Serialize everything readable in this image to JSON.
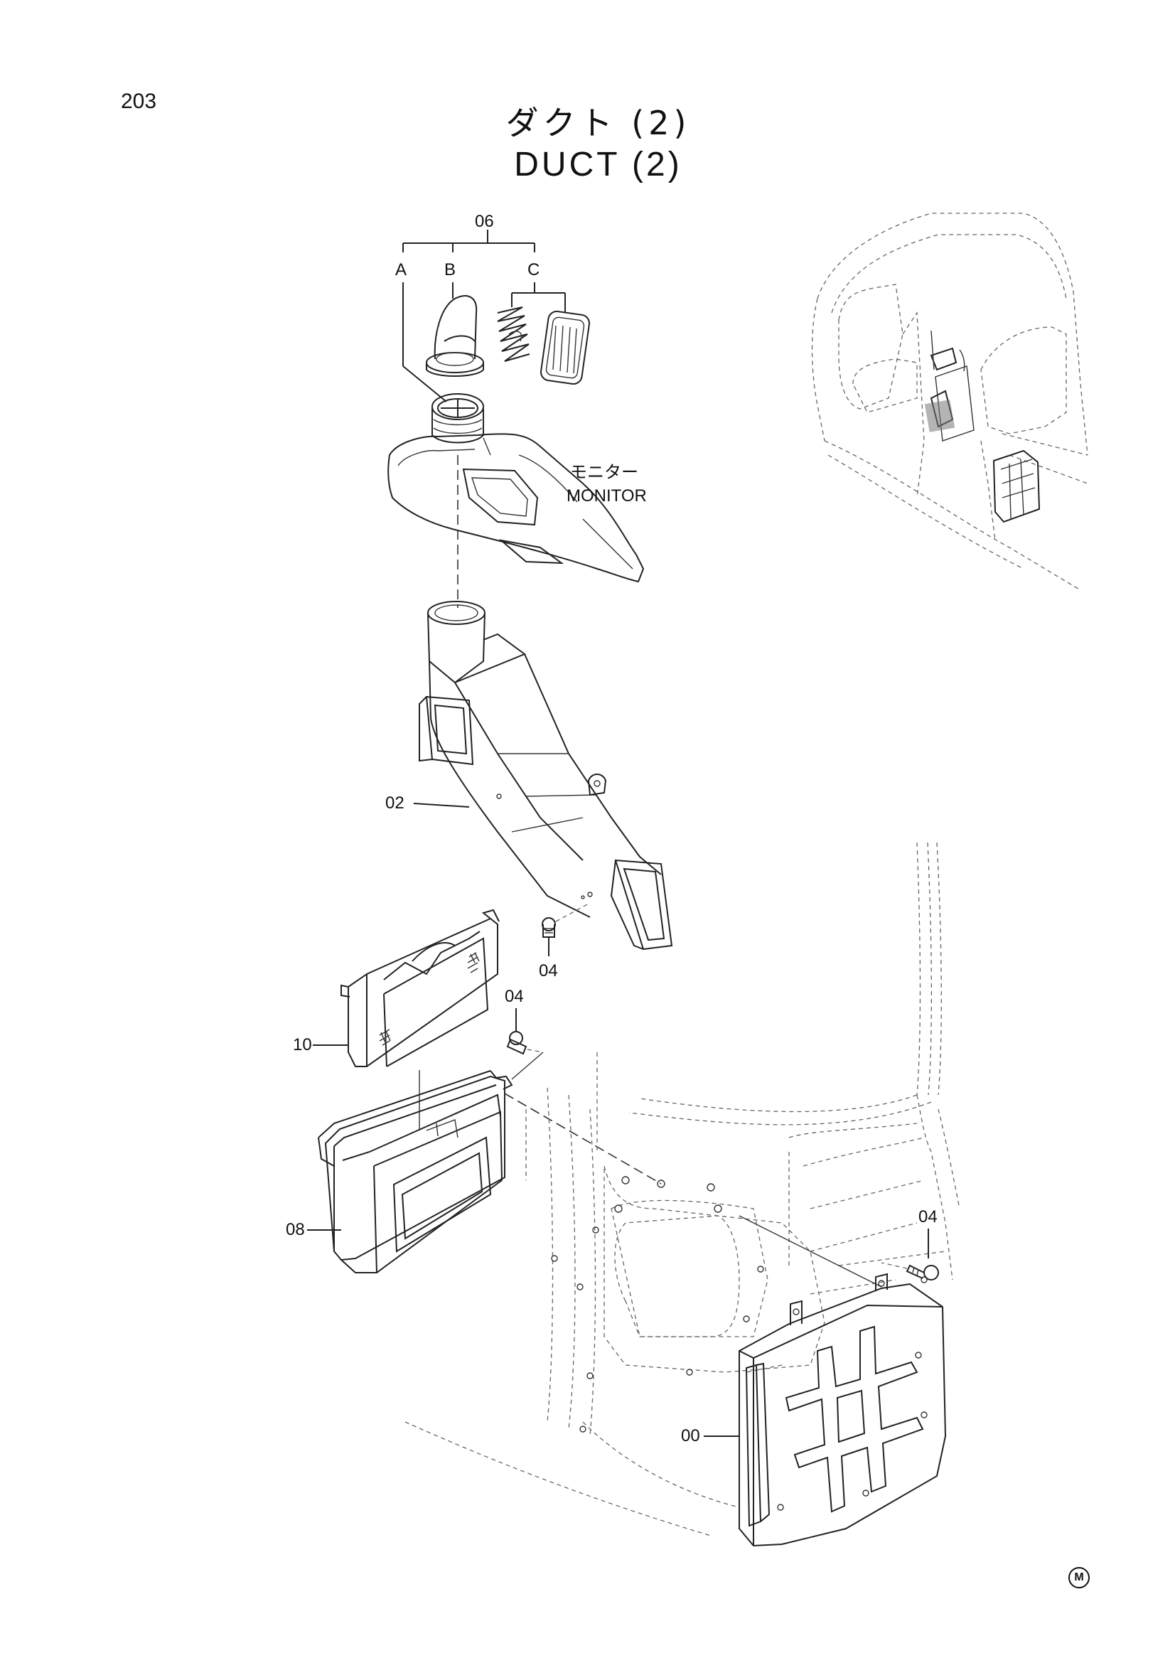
{
  "page": {
    "number": "203",
    "title_jp": "ダクト (2)",
    "title_en": "DUCT (2)",
    "mark": "M"
  },
  "labels": {
    "monitor_jp": "モニター",
    "monitor_en": "MONITOR"
  },
  "callouts": [
    {
      "id": "06",
      "text": "06"
    },
    {
      "id": "A",
      "text": "A"
    },
    {
      "id": "B",
      "text": "B"
    },
    {
      "id": "C",
      "text": "C"
    },
    {
      "id": "02",
      "text": "02"
    },
    {
      "id": "04a",
      "text": "04"
    },
    {
      "id": "04b",
      "text": "04"
    },
    {
      "id": "04c",
      "text": "04"
    },
    {
      "id": "10",
      "text": "10"
    },
    {
      "id": "08",
      "text": "08"
    },
    {
      "id": "00",
      "text": "00"
    }
  ]
}
